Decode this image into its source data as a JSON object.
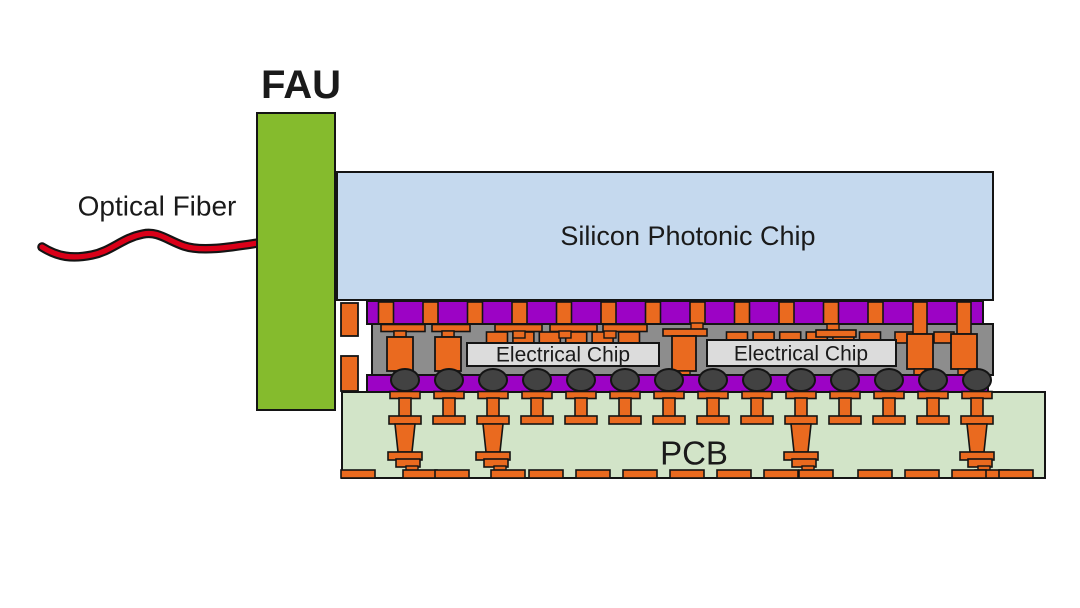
{
  "labels": {
    "fau": "FAU",
    "optical_fiber": "Optical Fiber",
    "silicon_photonic_chip": "Silicon Photonic Chip",
    "electrical_chip_left": "Electrical Chip",
    "electrical_chip_right": "Electrical Chip",
    "pcb": "PCB"
  },
  "colors": {
    "background": "#ffffff",
    "outline": "#141414",
    "text": "#1a1a1a",
    "fau_green": "#85bb2d",
    "fiber_red": "#da0018",
    "photonic_chip_blue": "#c5d9ee",
    "interconnect_purple": "#9c03c5",
    "copper_orange": "#ea6a1f",
    "interposer_gray": "#8d8d8d",
    "electrical_chip_gray": "#dcdcdc",
    "solder_ball_dark": "#424242",
    "pcb_green": "#d2e4c8"
  }
}
